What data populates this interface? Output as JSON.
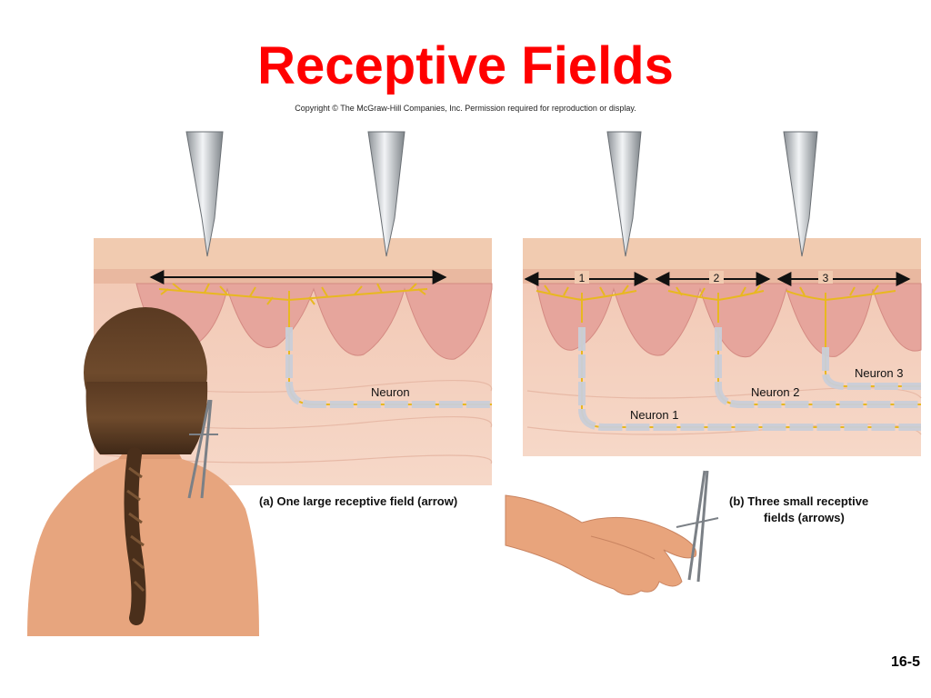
{
  "slide": {
    "title": "Receptive Fields",
    "copyright": "Copyright © The McGraw-Hill Companies, Inc. Permission required for reproduction or display.",
    "slide_number": "16-5"
  },
  "panel_a": {
    "neuron_label": "Neuron",
    "caption": "(a) One large receptive field (arrow)"
  },
  "panel_b": {
    "field_labels": [
      "1",
      "2",
      "3"
    ],
    "neuron_labels": [
      "Neuron 1",
      "Neuron 2",
      "Neuron 3"
    ],
    "caption_line1": "(b) Three small receptive",
    "caption_line2": "fields (arrows)"
  },
  "colors": {
    "title": "#ff0000",
    "skin_epidermis": "#f1cbb0",
    "skin_dermis": "#f3c8b4",
    "papillae": "#e6a59c",
    "nerve_yellow": "#e8b820",
    "myelin": "#c9cdd8"
  }
}
